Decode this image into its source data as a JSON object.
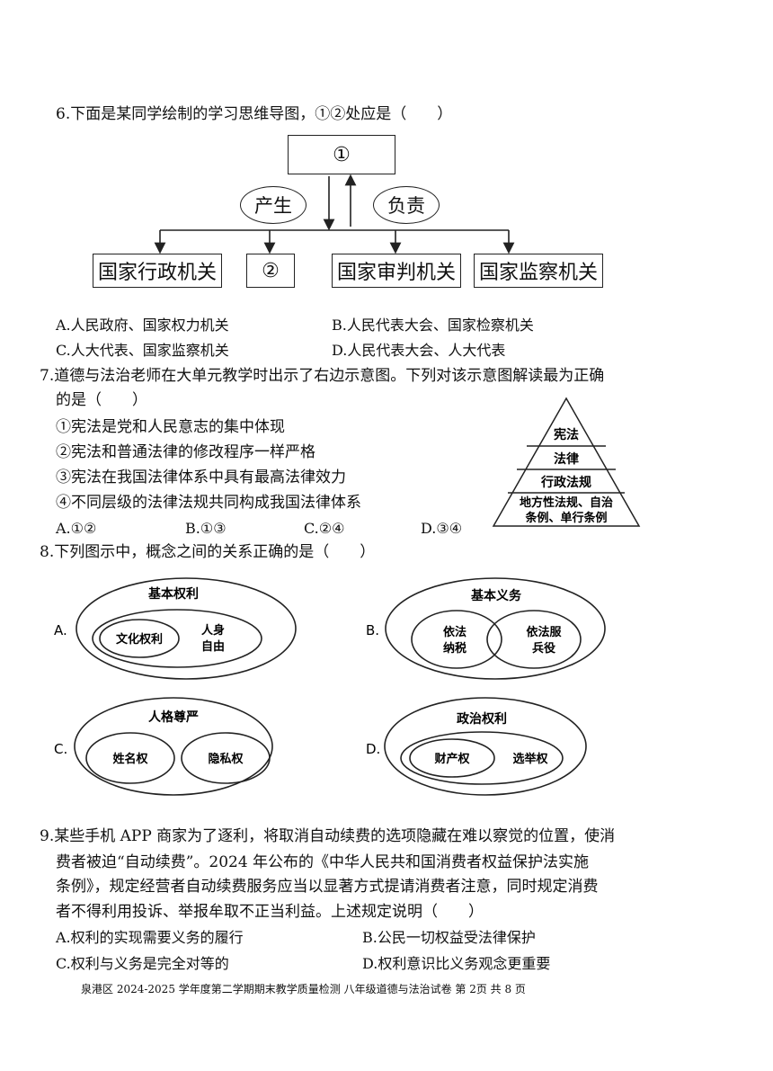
{
  "q6": {
    "stem": "6.下面是某同学绘制的学习思维导图，①②处应是（　　）",
    "top_box": "①",
    "left_oval": "产生",
    "right_oval": "负责",
    "boxes": [
      "国家行政机关",
      "②",
      "国家审判机关",
      "国家监察机关"
    ],
    "options": {
      "a": "A.人民政府、国家权力机关",
      "b": "B.人民代表大会、国家检察机关",
      "c": "C.人大代表、国家监察机关",
      "d": "D.人民代表大会、人大代表"
    }
  },
  "q7": {
    "stem_line1": "7.道德与法治老师在大单元教学时出示了右边示意图。下列对该示意图解读最为正确",
    "stem_line2": "的是（　　）",
    "statements": [
      "①宪法是党和人民意志的集中体现",
      "②宪法和普通法律的修改程序一样严格",
      "③宪法在我国法律体系中具有最高法律效力",
      "④不同层级的法律法规共同构成我国法律体系"
    ],
    "options": [
      "A.①②",
      "B.①③",
      "C.②④",
      "D.③④"
    ],
    "pyramid": [
      "宪法",
      "法律",
      "行政法规",
      "地方性法规、自治",
      "条例、单行条例"
    ]
  },
  "q8": {
    "stem": "8.下列图示中，概念之间的关系正确的是（　　）",
    "a": {
      "letter": "A.",
      "outer": "基本权利",
      "inner": "文化权利",
      "other_line1": "人身",
      "other_line2": "自由"
    },
    "b": {
      "letter": "B.",
      "outer": "基本义务",
      "left_line1": "依法",
      "left_line2": "纳税",
      "right_line1": "依法服",
      "right_line2": "兵役"
    },
    "c": {
      "letter": "C.",
      "outer": "人格尊严",
      "left": "姓名权",
      "right": "隐私权"
    },
    "d": {
      "letter": "D.",
      "outer": "政治权利",
      "inner": "财产权",
      "other": "选举权"
    }
  },
  "q9": {
    "lines": [
      "9.某些手机 APP 商家为了逐利，将取消自动续费的选项隐藏在难以察觉的位置，使消",
      "费者被迫“自动续费”。2024 年公布的《中华人民共和国消费者权益保护法实施",
      "条例》，规定经营者自动续费服务应当以显著方式提请消费者注意，同时规定消费",
      "者不得利用投诉、举报牟取不正当利益。上述规定说明（　　）"
    ],
    "options": {
      "a": "A.权利的实现需要义务的履行",
      "b": "B.公民一切权益受法律保护",
      "c": "C.权利与义务是完全对等的",
      "d": "D.权利意识比义务观念更重要"
    }
  },
  "footer": "泉港区 2024-2025 学年度第二学期期末教学质量检测  八年级道德与法治试卷  第 2页  共 8 页"
}
